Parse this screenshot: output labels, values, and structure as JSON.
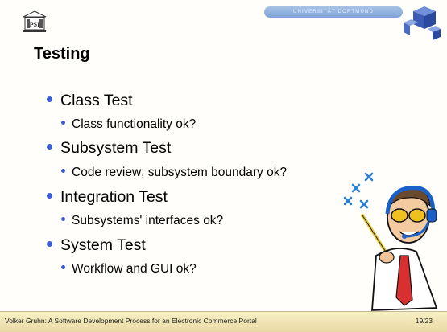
{
  "header": {
    "logo_text": "PSI",
    "university_banner": "UNIVERSITÄT DORTMUND"
  },
  "slide": {
    "title": "Testing",
    "bullets": [
      {
        "label": "Class Test",
        "sub": "Class functionality ok?"
      },
      {
        "label": "Subsystem Test",
        "sub": "Code review; subsystem boundary ok?"
      },
      {
        "label": "Integration Test",
        "sub": "Subsystems' interfaces ok?"
      },
      {
        "label": "System Test",
        "sub": "Workflow and GUI ok?"
      }
    ]
  },
  "footer": {
    "text": "Volker Gruhn: A Software Development Process for an Electronic Commerce Portal",
    "page": "19/23"
  },
  "colors": {
    "bullet": "#3b5dd6",
    "footer_bg": "#f1e8b8",
    "background": "#fffefb"
  }
}
